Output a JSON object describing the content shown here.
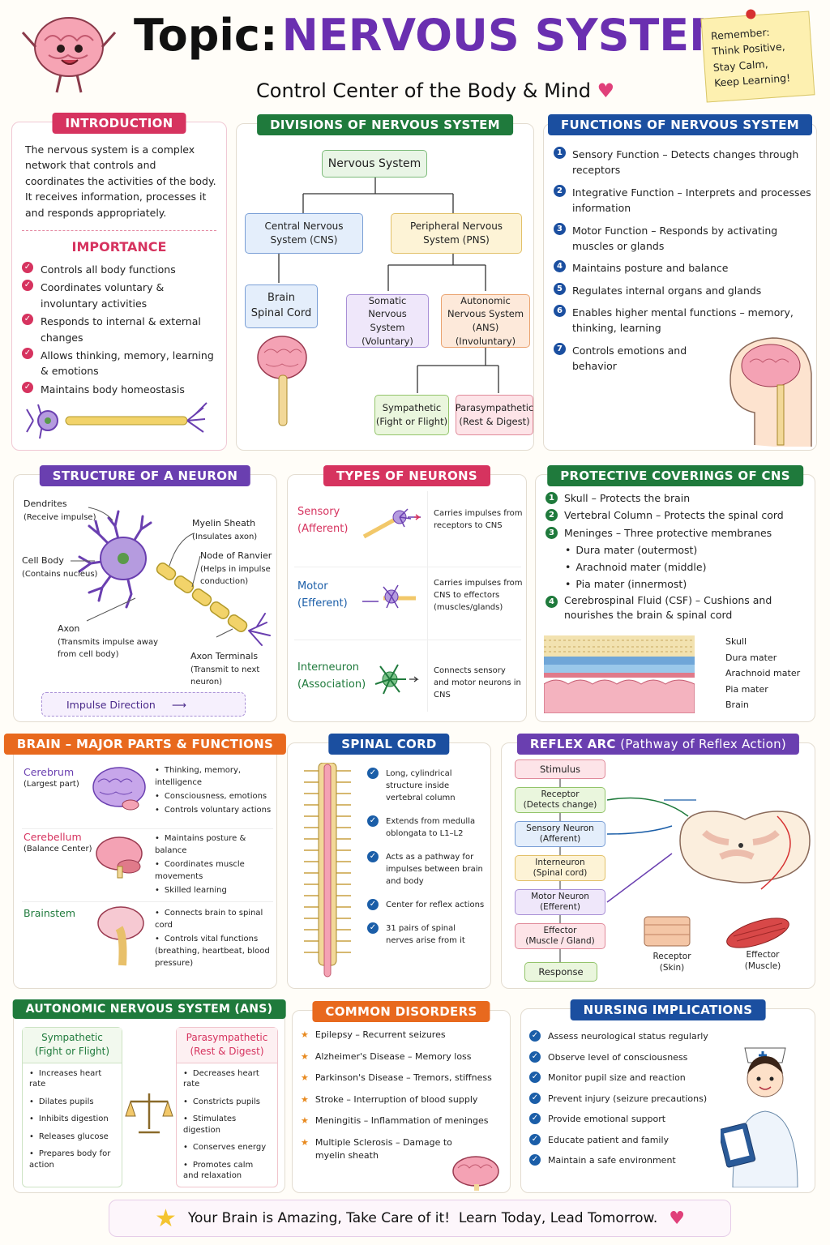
{
  "header": {
    "title_prefix": "Topic:",
    "title_main": "NERVOUS SYSTEM",
    "subtitle": "Control Center of the Body & Mind",
    "note": "Remember:\nThink Positive,\nStay Calm,\nKeep Learning!"
  },
  "intro": {
    "heading": "INTRODUCTION",
    "text": "The nervous system is a complex network that controls and coordinates the activities of the body. It receives information, processes it and responds appropriately.",
    "importance_heading": "IMPORTANCE",
    "importance": [
      "Controls all body functions",
      "Coordinates voluntary & involuntary activities",
      "Responds to internal & external changes",
      "Allows thinking, memory, learning & emotions",
      "Maintains body homeostasis"
    ]
  },
  "divisions": {
    "heading": "DIVISIONS OF NERVOUS SYSTEM",
    "root": "Nervous System",
    "cns": "Central Nervous System (CNS)",
    "pns": "Peripheral Nervous System (PNS)",
    "cns_parts": "Brain\nSpinal Cord",
    "somatic": "Somatic Nervous System (Voluntary)",
    "autonomic": "Autonomic Nervous System (ANS) (Involuntary)",
    "sympathetic": "Sympathetic\n(Fight or Flight)",
    "parasympathetic": "Parasympathetic\n(Rest & Digest)"
  },
  "functions": {
    "heading": "FUNCTIONS OF NERVOUS SYSTEM",
    "items": [
      "Sensory Function – Detects changes through receptors",
      "Integrative Function – Interprets and processes information",
      "Motor Function – Responds by activating muscles or glands",
      "Maintains posture and balance",
      "Regulates internal organs and glands",
      "Enables higher mental functions – memory, thinking, learning",
      "Controls emotions and behavior"
    ]
  },
  "neuron": {
    "heading": "STRUCTURE OF A NEURON",
    "dendrites": "Dendrites",
    "dendrites_sub": "(Receive impulse)",
    "cell_body": "Cell Body",
    "cell_body_sub": "(Contains nucleus)",
    "myelin": "Myelin Sheath",
    "myelin_sub": "(Insulates axon)",
    "ranvier": "Node of Ranvier",
    "ranvier_sub": "(Helps in impulse conduction)",
    "axon": "Axon",
    "axon_sub": "(Transmits impulse away from cell body)",
    "terminals": "Axon Terminals",
    "terminals_sub": "(Transmit to next neuron)",
    "impulse": "Impulse Direction"
  },
  "types": {
    "heading": "TYPES OF NEURONS",
    "items": [
      {
        "name": "Sensory\n(Afferent)",
        "desc": "Carries impulses from receptors to CNS",
        "color": "#d6335f"
      },
      {
        "name": "Motor\n(Efferent)",
        "desc": "Carries impulses from CNS to effectors (muscles/glands)",
        "color": "#1b5ea8"
      },
      {
        "name": "Interneuron\n(Association)",
        "desc": "Connects sensory and motor neurons in CNS",
        "color": "#1f7a3c"
      }
    ]
  },
  "protective": {
    "heading": "PROTECTIVE COVERINGS OF CNS",
    "items": [
      "Skull – Protects the brain",
      "Vertebral Column – Protects the spinal cord",
      "Meninges – Three protective membranes"
    ],
    "meninges": [
      "Dura mater (outermost)",
      "Arachnoid mater (middle)",
      "Pia mater (innermost)"
    ],
    "csf": "Cerebrospinal Fluid (CSF) – Cushions and nourishes the brain & spinal cord",
    "layers": [
      "Skull",
      "Dura mater",
      "Arachnoid mater",
      "Pia mater",
      "Brain"
    ]
  },
  "brain": {
    "heading": "BRAIN – MAJOR PARTS & FUNCTIONS",
    "parts": [
      {
        "name": "Cerebrum",
        "sub": "(Largest part)",
        "points": [
          "Thinking, memory, intelligence",
          "Consciousness, emotions",
          "Controls voluntary actions"
        ]
      },
      {
        "name": "Cerebellum",
        "sub": "(Balance Center)",
        "points": [
          "Maintains posture & balance",
          "Coordinates muscle movements",
          "Skilled learning"
        ]
      },
      {
        "name": "Brainstem",
        "sub": "",
        "points": [
          "Connects brain to spinal cord",
          "Controls vital functions (breathing, heartbeat, blood pressure)"
        ]
      }
    ]
  },
  "spinal": {
    "heading": "SPINAL CORD",
    "points": [
      "Long, cylindrical structure inside vertebral column",
      "Extends from medulla oblongata to L1–L2",
      "Acts as a pathway for impulses between brain and body",
      "Center for reflex actions",
      "31 pairs of spinal nerves arise from it"
    ]
  },
  "reflex": {
    "heading": "REFLEX ARC",
    "heading_sub": "(Pathway of Reflex Action)",
    "steps": [
      {
        "label": "Stimulus",
        "sub": ""
      },
      {
        "label": "Receptor",
        "sub": "(Detects change)"
      },
      {
        "label": "Sensory Neuron",
        "sub": "(Afferent)"
      },
      {
        "label": "Interneuron",
        "sub": "(Spinal cord)"
      },
      {
        "label": "Motor Neuron",
        "sub": "(Efferent)"
      },
      {
        "label": "Effector",
        "sub": "(Muscle / Gland)"
      },
      {
        "label": "Response",
        "sub": ""
      }
    ],
    "receptor_label": "Receptor\n(Skin)",
    "effector_label": "Effector\n(Muscle)"
  },
  "ans": {
    "heading": "AUTONOMIC NERVOUS SYSTEM (ANS)",
    "symp_title": "Sympathetic\n(Fight or Flight)",
    "symp": [
      "Increases heart rate",
      "Dilates pupils",
      "Inhibits digestion",
      "Releases glucose",
      "Prepares body for action"
    ],
    "para_title": "Parasympathetic\n(Rest & Digest)",
    "para": [
      "Decreases heart rate",
      "Constricts pupils",
      "Stimulates digestion",
      "Conserves energy",
      "Promotes calm and relaxation"
    ]
  },
  "disorders": {
    "heading": "COMMON DISORDERS",
    "items": [
      "Epilepsy – Recurrent seizures",
      "Alzheimer's Disease – Memory loss",
      "Parkinson's Disease – Tremors, stiffness",
      "Stroke – Interruption of blood supply",
      "Meningitis – Inflammation of meninges",
      "Multiple Sclerosis – Damage to myelin sheath"
    ]
  },
  "nursing": {
    "heading": "NURSING IMPLICATIONS",
    "items": [
      "Assess neurological status regularly",
      "Observe level of consciousness",
      "Monitor pupil size and reaction",
      "Prevent injury (seizure precautions)",
      "Provide emotional support",
      "Educate patient and family",
      "Maintain a safe environment"
    ]
  },
  "footer": {
    "text": "Your Brain is Amazing, Take Care of it!  Learn Today, Lead Tomorrow."
  },
  "colors": {
    "purple": "#6a2fb0",
    "pink": "#d6335f",
    "green": "#1f7a3c",
    "blue": "#1b4fa0",
    "orange": "#e8691e"
  }
}
